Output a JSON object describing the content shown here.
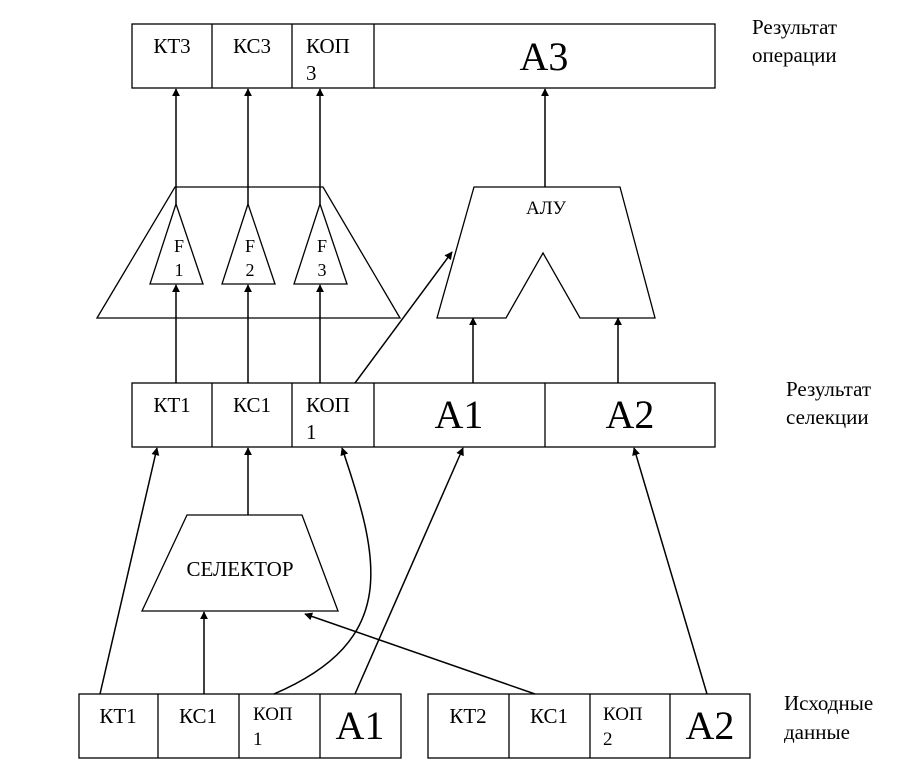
{
  "top": {
    "kt": "КТ3",
    "ks": "КС3",
    "kop_line1": "КОП",
    "kop_line2": "3",
    "a": "A3"
  },
  "top_label": {
    "line1": "Результат",
    "line2": "операции"
  },
  "functions": [
    {
      "line1": "F",
      "line2": "1"
    },
    {
      "line1": "F",
      "line2": "2"
    },
    {
      "line1": "F",
      "line2": "3"
    }
  ],
  "alu_label": "АЛУ",
  "middle": {
    "kt": "КТ1",
    "ks": "КС1",
    "kop_line1": "КОП",
    "kop_line2": "1",
    "a1": "A1",
    "a2": "A2"
  },
  "middle_label": {
    "line1": "Результат",
    "line2": "селекции"
  },
  "selector_label": "СЕЛЕКТОР",
  "source1": {
    "kt": "КТ1",
    "ks": "КС1",
    "kop_line1": "КОП",
    "kop_line2": "1",
    "a": "A1"
  },
  "source2": {
    "kt": "КТ2",
    "ks": "КС1",
    "kop_line1": "КОП",
    "kop_line2": "2",
    "a": "A2"
  },
  "bottom_label": {
    "line1": "Исходные",
    "line2": "данные"
  }
}
